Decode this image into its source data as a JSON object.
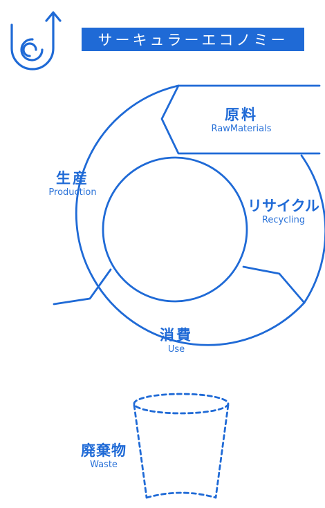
{
  "colors": {
    "primary": "#1f6ad6",
    "background": "#ffffff"
  },
  "logo": {
    "icon": "circular-arrow-logo-icon"
  },
  "title": "サーキュラーエコノミー",
  "stages": {
    "raw_materials": {
      "jp": "原料",
      "en": "RawMaterials"
    },
    "production": {
      "jp": "生産",
      "en": "Production"
    },
    "recycling": {
      "jp": "リサイクル",
      "en": "Recycling"
    },
    "use": {
      "jp": "消費",
      "en": "Use"
    }
  },
  "waste": {
    "jp": "廃棄物",
    "en": "Waste",
    "icon": "dashed-cup-icon"
  }
}
